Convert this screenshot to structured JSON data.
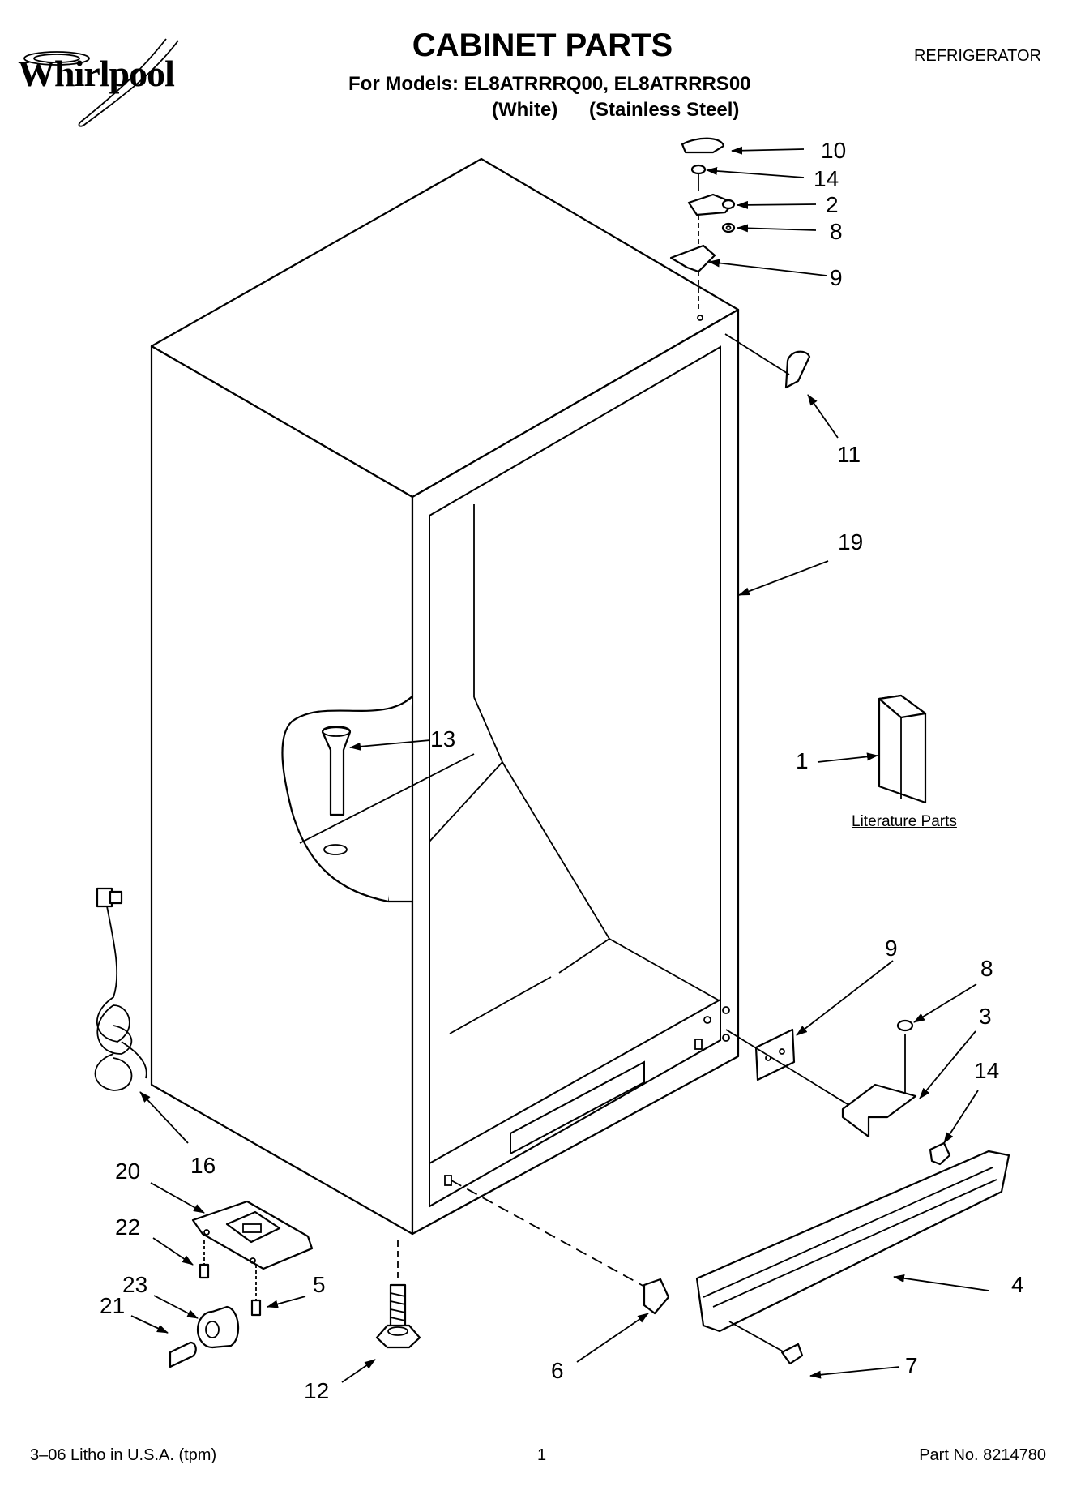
{
  "brand": {
    "name": "Whirlpool"
  },
  "header": {
    "title": "CABINET PARTS",
    "models_line": "For Models: EL8ATRRRQ00, EL8ATRRRS00",
    "variant_white": "(White)",
    "variant_stainless": "(Stainless Steel)",
    "category": "REFRIGERATOR"
  },
  "literature_label": "Literature Parts",
  "callouts": [
    {
      "id": "c10",
      "label": "10"
    },
    {
      "id": "c14a",
      "label": "14"
    },
    {
      "id": "c2",
      "label": "2"
    },
    {
      "id": "c8a",
      "label": "8"
    },
    {
      "id": "c9a",
      "label": "9"
    },
    {
      "id": "c11",
      "label": "11"
    },
    {
      "id": "c19",
      "label": "19"
    },
    {
      "id": "c13",
      "label": "13"
    },
    {
      "id": "c1",
      "label": "1"
    },
    {
      "id": "c9b",
      "label": "9"
    },
    {
      "id": "c8b",
      "label": "8"
    },
    {
      "id": "c3",
      "label": "3"
    },
    {
      "id": "c14b",
      "label": "14"
    },
    {
      "id": "c16",
      "label": "16"
    },
    {
      "id": "c20",
      "label": "20"
    },
    {
      "id": "c22",
      "label": "22"
    },
    {
      "id": "c23",
      "label": "23"
    },
    {
      "id": "c21",
      "label": "21"
    },
    {
      "id": "c5",
      "label": "5"
    },
    {
      "id": "c12",
      "label": "12"
    },
    {
      "id": "c6",
      "label": "6"
    },
    {
      "id": "c4",
      "label": "4"
    },
    {
      "id": "c7",
      "label": "7"
    }
  ],
  "footer": {
    "litho": "3–06 Litho in U.S.A. (tpm)",
    "page": "1",
    "part_no": "Part No. 8214780"
  }
}
